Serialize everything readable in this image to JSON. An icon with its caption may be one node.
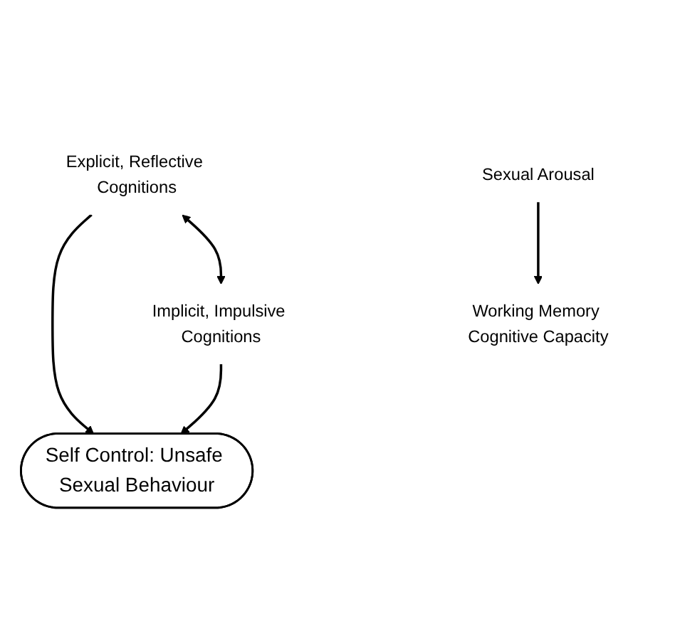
{
  "diagram": {
    "nodes": [
      {
        "text": [
          "Self Control: Unsafe Sexual Behaviour"
        ]
      },
      {
        "text": [
          "Explicit, Reflective Cognitions"
        ]
      },
      {
        "text": [
          "Implicit, Impulsive Cognitions"
        ]
      },
      {
        "text": [
          "Working Memory Cognitive Capacity"
        ]
      },
      {
        "text": [
          "Sexual Arousal"
        ]
      }
    ],
    "edges": [
      {
        "from": 1,
        "to": 0,
        "arrow": "to"
      },
      {
        "from": 2,
        "to": 0,
        "arrow": "to"
      },
      {
        "from": 1,
        "to": 2,
        "arrow": "both"
      },
      {
        "from": 4,
        "to": 3,
        "arrow": "to"
      }
    ]
  }
}
